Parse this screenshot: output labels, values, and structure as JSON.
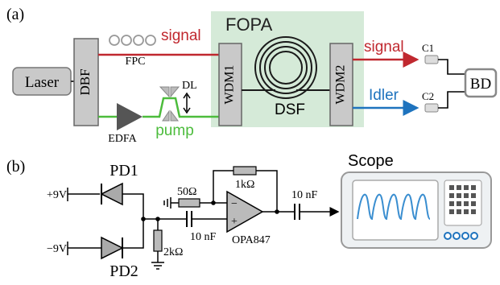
{
  "panel_a": {
    "label": "(a)",
    "laser": "Laser",
    "dbf": "DBF",
    "fpc": "FPC",
    "edfa": "EDFA",
    "signal_in": "signal",
    "pump": "pump",
    "dl": "DL",
    "fopa": "FOPA",
    "wdm1": "WDM1",
    "wdm2": "WDM2",
    "dsf": "DSF",
    "signal_out": "signal",
    "idler": "Idler",
    "c1": "C1",
    "c2": "C2",
    "bd": "BD"
  },
  "panel_b": {
    "label": "(b)",
    "pd1": "PD1",
    "pd2": "PD2",
    "vplus": "+9V",
    "vminus": "−9V",
    "r50": "50Ω",
    "r1k": "1kΩ",
    "r2k": "2kΩ",
    "cap_in": "10 nF",
    "cap_out": "10 nF",
    "opamp": "OPA847",
    "minus": "−",
    "plus": "+",
    "scope": "Scope"
  },
  "colors": {
    "signal": "#c0282f",
    "pump": "#4cbc3c",
    "idler": "#1e73be",
    "fopa_bg": "#d5ead8",
    "box_fill": "#c9c9c9",
    "scope_wave": "#3a8ed0"
  }
}
